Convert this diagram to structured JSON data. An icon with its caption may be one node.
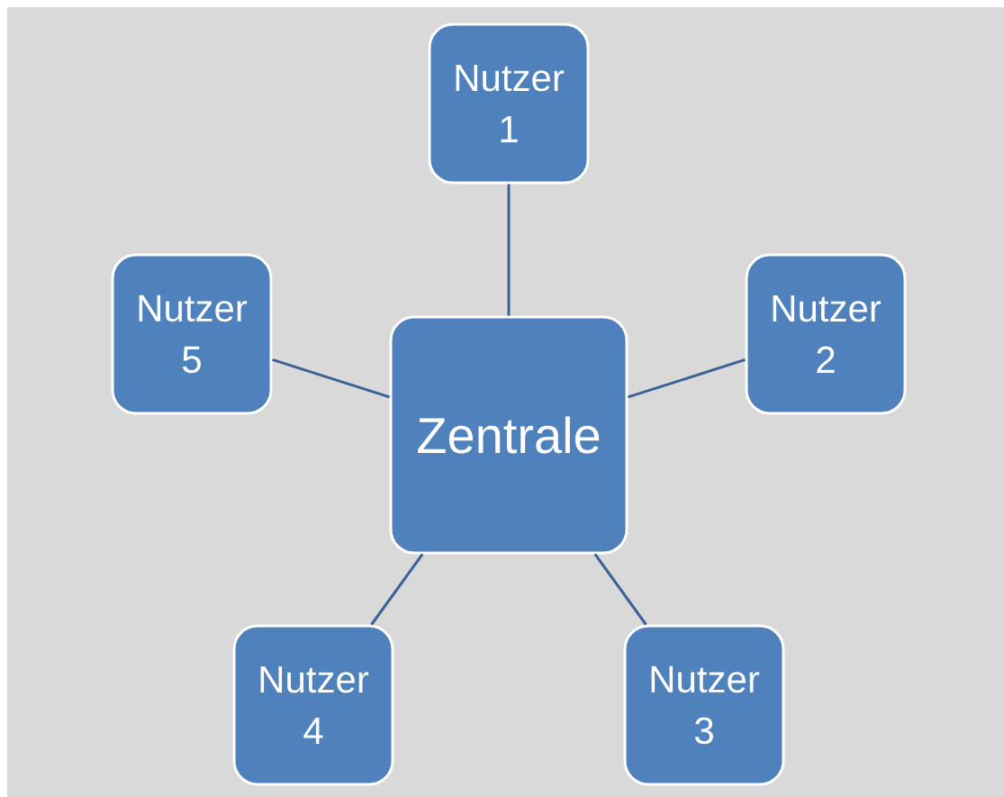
{
  "diagram": {
    "nodes": [
      {
        "text": [
          "Zentrale"
        ]
      },
      {
        "text": [
          "Nutzer 1"
        ]
      },
      {
        "text": [
          "Nutzer 2"
        ]
      },
      {
        "text": [
          "Nutzer 3"
        ]
      },
      {
        "text": [
          "Nutzer 4"
        ]
      },
      {
        "text": [
          "Nutzer 5"
        ]
      }
    ],
    "edges": [
      {
        "from": 0,
        "to": 1,
        "arrow": "none"
      },
      {
        "from": 0,
        "to": 2,
        "arrow": "none"
      },
      {
        "from": 0,
        "to": 3,
        "arrow": "none"
      },
      {
        "from": 0,
        "to": 4,
        "arrow": "none"
      },
      {
        "from": 0,
        "to": 5,
        "arrow": "none"
      }
    ]
  }
}
